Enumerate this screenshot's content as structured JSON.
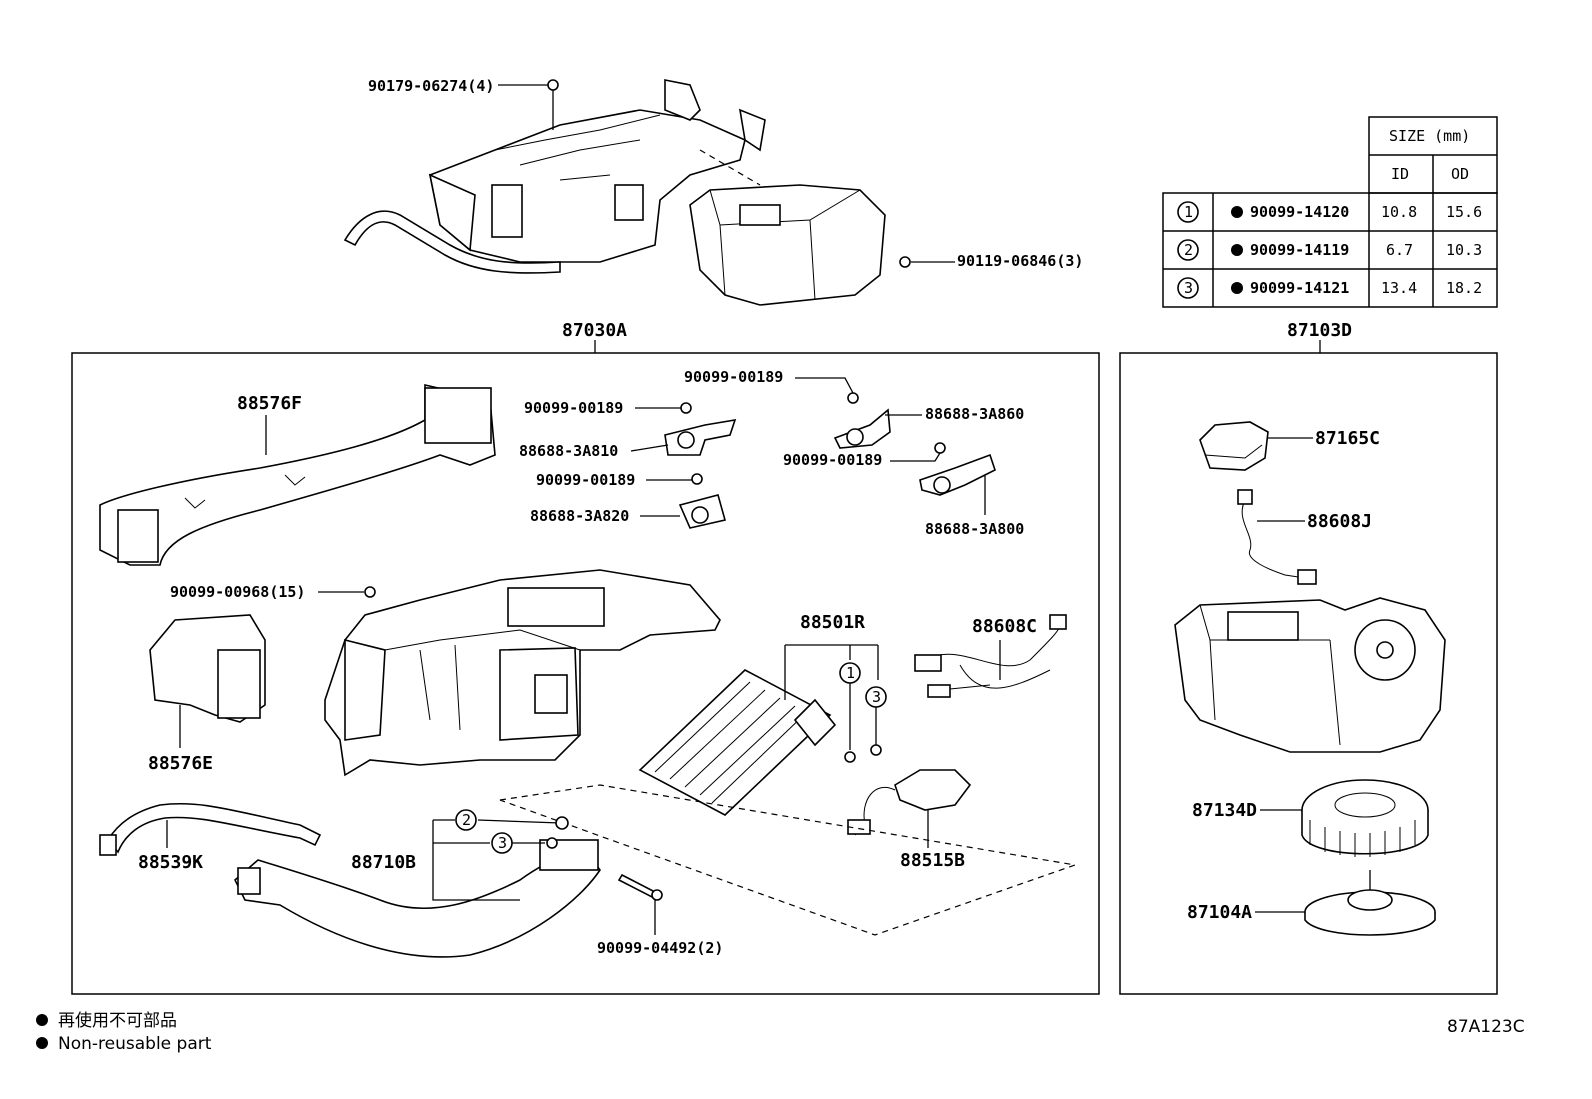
{
  "top_parts": {
    "screw_a": "90179-06274(4)",
    "screw_b": "90119-06846(3)"
  },
  "groups": {
    "left_group": "87030A",
    "right_group": "87103D"
  },
  "size_table": {
    "header_size": "SIZE (mm)",
    "header_id": "ID",
    "header_od": "OD",
    "rows": [
      {
        "no": "1",
        "part": "90099-14120",
        "id": "10.8",
        "od": "15.6"
      },
      {
        "no": "2",
        "part": "90099-14119",
        "id": "6.7",
        "od": "10.3"
      },
      {
        "no": "3",
        "part": "90099-14121",
        "id": "13.4",
        "od": "18.2"
      }
    ]
  },
  "left_parts": {
    "duct_f": "88576F",
    "bolt_1": "90099-00189",
    "bolt_2": "90099-00189",
    "bolt_3": "90099-00189",
    "bolt_4": "90099-00189",
    "servo_810": "88688-3A810",
    "servo_820": "88688-3A820",
    "servo_860": "88688-3A860",
    "servo_800": "88688-3A800",
    "screw_968": "90099-00968(15)",
    "duct_e": "88576E",
    "evaporator": "88501R",
    "wire_c": "88608C",
    "hose_k": "88539K",
    "tube_b": "88710B",
    "thermistor": "88515B",
    "bolt_492": "90099-04492(2)",
    "circle_1": "1",
    "circle_2": "2",
    "circle_3": "3"
  },
  "right_parts": {
    "resistor": "87165C",
    "wire_j": "88608J",
    "fan": "87134D",
    "motor": "87104A"
  },
  "legend": {
    "jp": "再使用不可部品",
    "en": "Non-reusable part"
  },
  "figure_code": "87A123C"
}
